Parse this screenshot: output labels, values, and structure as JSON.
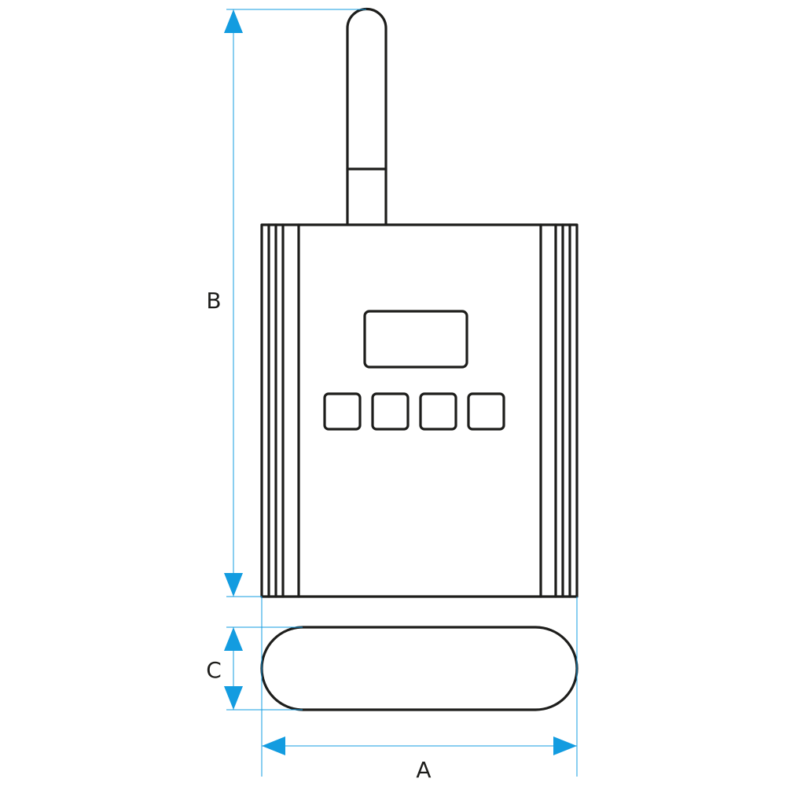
{
  "colors": {
    "outline": "#1d1d1b",
    "dimension": "#139ce0",
    "background": "#ffffff"
  },
  "dimensions": {
    "A": "A",
    "B": "B",
    "C": "C"
  },
  "device": {
    "button_count": 4
  }
}
